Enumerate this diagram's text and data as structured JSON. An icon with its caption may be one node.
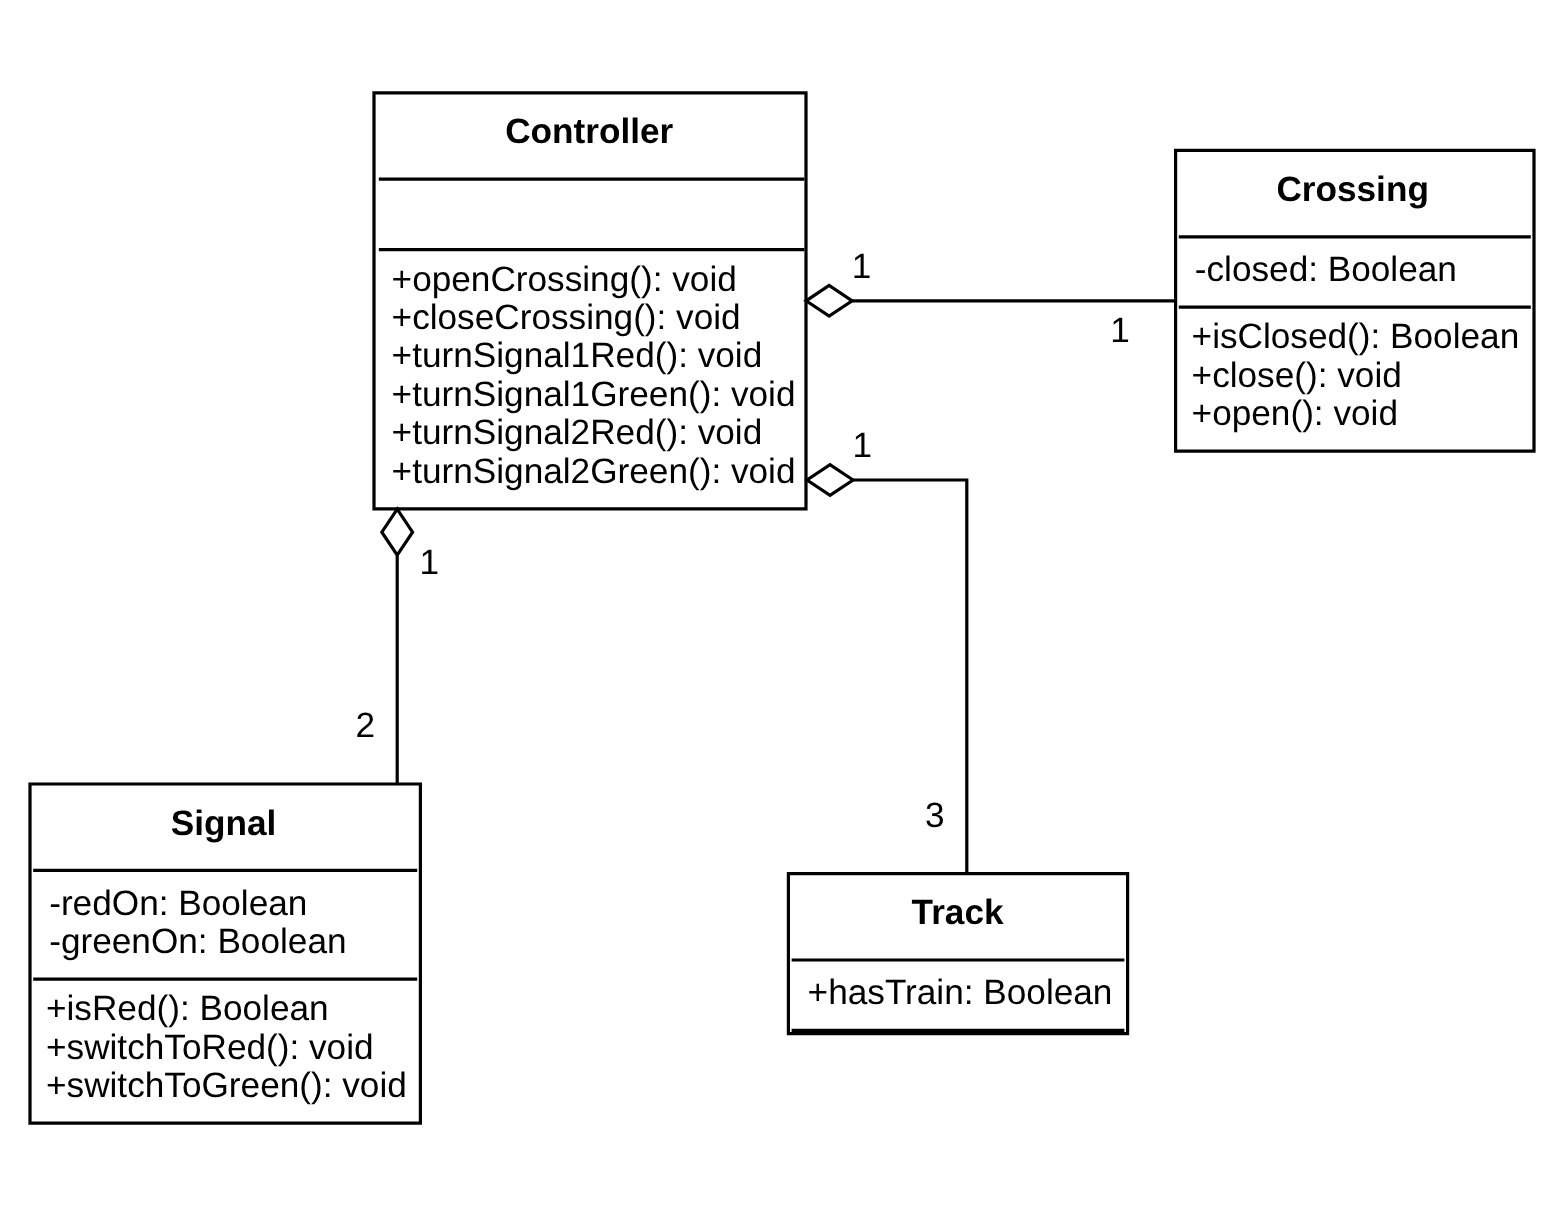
{
  "diagram": {
    "nodes": [
      {
        "text": [
          "Controller",
          "+openCrossing(): void",
          "+closeCrossing(): void",
          "+turnSignal1Red(): void",
          "+turnSignal1Green(): void",
          "+turnSignal2Red(): void",
          "+turnSignal2Green(): void"
        ]
      },
      {
        "text": [
          "Crossing",
          "-closed: Boolean",
          "+isClosed(): Boolean",
          "+close(): void",
          "+open(): void"
        ]
      },
      {
        "text": [
          "Signal",
          "-redOn: Boolean",
          "-greenOn: Boolean",
          "+isRed(): Boolean",
          "+switchToRed(): void",
          "+switchToGreen(): void"
        ]
      },
      {
        "text": [
          "Track",
          "+hasTrain: Boolean"
        ]
      }
    ],
    "edges": [
      {
        "from": 0,
        "to": 1,
        "arrow": "other"
      },
      {
        "from": 0,
        "to": 3,
        "arrow": "other"
      },
      {
        "from": 0,
        "to": 2,
        "arrow": "other"
      }
    ],
    "labels": [
      "1",
      "1",
      "1",
      "1",
      "3",
      "2"
    ]
  }
}
